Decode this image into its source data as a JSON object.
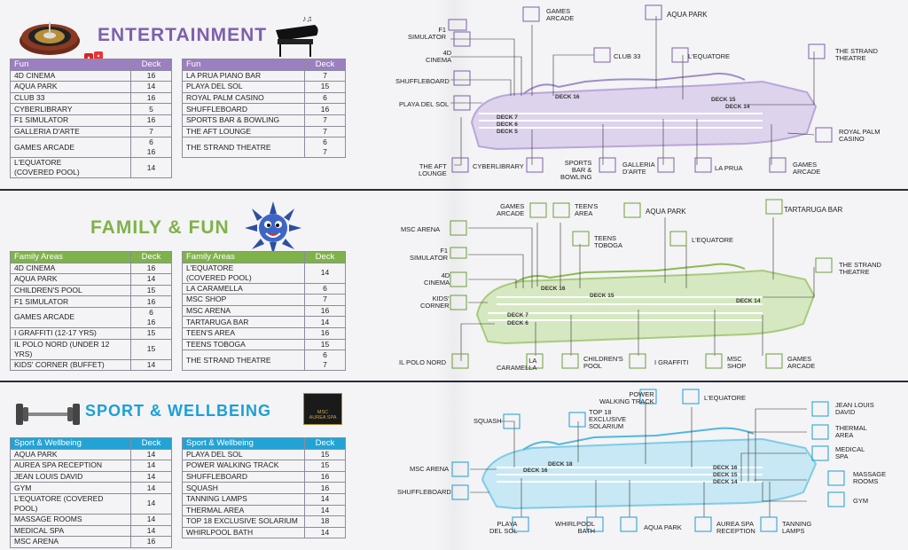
{
  "entertainment": {
    "title": "ENTERTAINMENT",
    "table1": {
      "h1": "Fun",
      "h2": "Deck",
      "rows": [
        [
          "4D CINEMA",
          "16"
        ],
        [
          "AQUA PARK",
          "14"
        ],
        [
          "CLUB 33",
          "16"
        ],
        [
          "CYBERLIBRARY",
          "5"
        ],
        [
          "F1 SIMULATOR",
          "16"
        ],
        [
          "GALLERIA D'ARTE",
          "7"
        ],
        [
          "GAMES ARCADE",
          "6\n16"
        ],
        [
          "L'EQUATORE\n(Covered Pool)",
          "14"
        ]
      ]
    },
    "table2": {
      "h1": "Fun",
      "h2": "Deck",
      "rows": [
        [
          "LA PRUA PIANO BAR",
          "7"
        ],
        [
          "PLAYA DEL SOL",
          "15"
        ],
        [
          "ROYAL PALM CASINO",
          "6"
        ],
        [
          "SHUFFLEBOARD",
          "16"
        ],
        [
          "SPORTS BAR & BOWLING",
          "7"
        ],
        [
          "THE AFT LOUNGE",
          "7"
        ],
        [
          "THE STRAND THEATRE",
          "6\n7"
        ]
      ]
    },
    "map": {
      "decks": [
        "DECK 7",
        "DECK 6",
        "DECK 5",
        "DECK 16",
        "DECK 15",
        "DECK 14"
      ],
      "labels": {
        "games_arcade_top": "GAMES\nARCADE",
        "aqua_park": "AQUA PARK",
        "f1": "F1\nSIMULATOR",
        "club33": "CLUB 33",
        "cinema": "4D\nCINEMA",
        "equatore": "L'EQUATORE",
        "strand": "THE STRAND\nTHEATRE",
        "shuffleboard": "SHUFFLEBOARD",
        "playa": "PLAYA DEL SOL",
        "royal_palm": "ROYAL PALM\nCASINO",
        "aft_lounge": "THE AFT\nLOUNGE",
        "cyberlibrary": "CYBERLIBRARY",
        "sports_bar": "SPORTS\nBAR &\nBOWLING",
        "galleria": "GALLERIA\nD'ARTE",
        "la_prua": "LA PRUA",
        "games_arcade_bottom": "GAMES\nARCADE"
      }
    }
  },
  "family": {
    "title": "FAMILY & FUN",
    "table1": {
      "h1": "Family Areas",
      "h2": "Deck",
      "rows": [
        [
          "4D CINEMA",
          "16"
        ],
        [
          "AQUA PARK",
          "14"
        ],
        [
          "CHILDREN'S POOL",
          "15"
        ],
        [
          "F1 SIMULATOR",
          "16"
        ],
        [
          "GAMES ARCADE",
          "6\n16"
        ],
        [
          "I GRAFFITI (12-17 yrs)",
          "15"
        ],
        [
          "IL POLO NORD (under 12 yrs)",
          "15"
        ],
        [
          "KIDS' CORNER (Buffet)",
          "14"
        ]
      ]
    },
    "table2": {
      "h1": "Family Areas",
      "h2": "Deck",
      "rows": [
        [
          "L'EQUATORE\n(Covered Pool)",
          "14"
        ],
        [
          "LA CARAMELLA",
          "6"
        ],
        [
          "MSC SHOP",
          "7"
        ],
        [
          "MSC ARENA",
          "16"
        ],
        [
          "TARTARUGA BAR",
          "14"
        ],
        [
          "TEEN'S AREA",
          "16"
        ],
        [
          "TEENS TOBOGA",
          "15"
        ],
        [
          "THE STRAND THEATRE",
          "6\n7"
        ]
      ]
    },
    "map": {
      "decks": [
        "DECK 16",
        "DECK 15",
        "DECK 14",
        "DECK 7",
        "DECK 6"
      ],
      "labels": {
        "games_arcade": "GAMES\nARCADE",
        "teens_area": "TEEN'S\nAREA",
        "aqua_park": "AQUA PARK",
        "tartaruga": "TARTARUGA BAR",
        "msc_arena": "MSC ARENA",
        "teens_toboga": "TEENS\nTOBOGA",
        "equatore": "L'EQUATORE",
        "f1": "F1\nSIMULATOR",
        "strand": "THE STRAND\nTHEATRE",
        "cinema": "4D\nCINEMA",
        "kids": "KIDS'\nCORNER",
        "polo": "IL POLO NORD",
        "caramella": "LA\nCARAMELLA",
        "childrens_pool": "CHILDREN'S\nPOOL",
        "graffiti": "I GRAFFITI",
        "msc_shop": "MSC\nSHOP",
        "games_arcade_bottom": "GAMES\nARCADE"
      }
    }
  },
  "sport": {
    "title": "SPORT & WELLBEING",
    "spa_logo": "MSC\nAUREA SPA",
    "table1": {
      "h1": "Sport & Wellbeing",
      "h2": "Deck",
      "rows": [
        [
          "AQUA PARK",
          "14"
        ],
        [
          "AUREA SPA RECEPTION",
          "14"
        ],
        [
          "JEAN LOUIS DAVID",
          "14"
        ],
        [
          "GYM",
          "14"
        ],
        [
          "L'EQUATORE (Covered Pool)",
          "14"
        ],
        [
          "MASSAGE ROOMS",
          "14"
        ],
        [
          "MEDICAL SPA",
          "14"
        ],
        [
          "MSC ARENA",
          "16"
        ]
      ]
    },
    "table2": {
      "h1": "Sport & Wellbeing",
      "h2": "Deck",
      "rows": [
        [
          "PLAYA DEL SOL",
          "15"
        ],
        [
          "POWER WALKING TRACK",
          "15"
        ],
        [
          "SHUFFLEBOARD",
          "16"
        ],
        [
          "SQUASH",
          "16"
        ],
        [
          "TANNING LAMPS",
          "14"
        ],
        [
          "THERMAL AREA",
          "14"
        ],
        [
          "TOP 18 EXCLUSIVE SOLARIUM",
          "18"
        ],
        [
          "WHIRLPOOL BATH",
          "14"
        ]
      ]
    },
    "map": {
      "decks": [
        "DECK 16",
        "DECK 18",
        "DECK 16",
        "DECK 15",
        "DECK 14"
      ],
      "labels": {
        "power": "POWER\nWALKING TRACK",
        "equatore": "L'EQUATORE",
        "squash": "SQUASH",
        "top18": "TOP 18\nEXCLUSIVE\nSOLARIUM",
        "jean": "JEAN LOUIS\nDAVID",
        "thermal": "THERMAL\nAREA",
        "medical": "MEDICAL\nSPA",
        "msc_arena": "MSC ARENA",
        "shuffleboard": "SHUFFLEBOARD",
        "massage": "MASSAGE\nROOMS",
        "gym": "GYM",
        "playa": "PLAYA\nDEL SOL",
        "whirlpool": "WHIRLPOOL\nBATH",
        "aqua_park": "AQUA PARK",
        "aurea": "AUREA SPA\nRECEPTION",
        "tanning": "TANNING\nLAMPS"
      }
    }
  },
  "colors": {
    "purple": "#9b7fc0",
    "green": "#7fb24a",
    "blue": "#22a3d6"
  }
}
